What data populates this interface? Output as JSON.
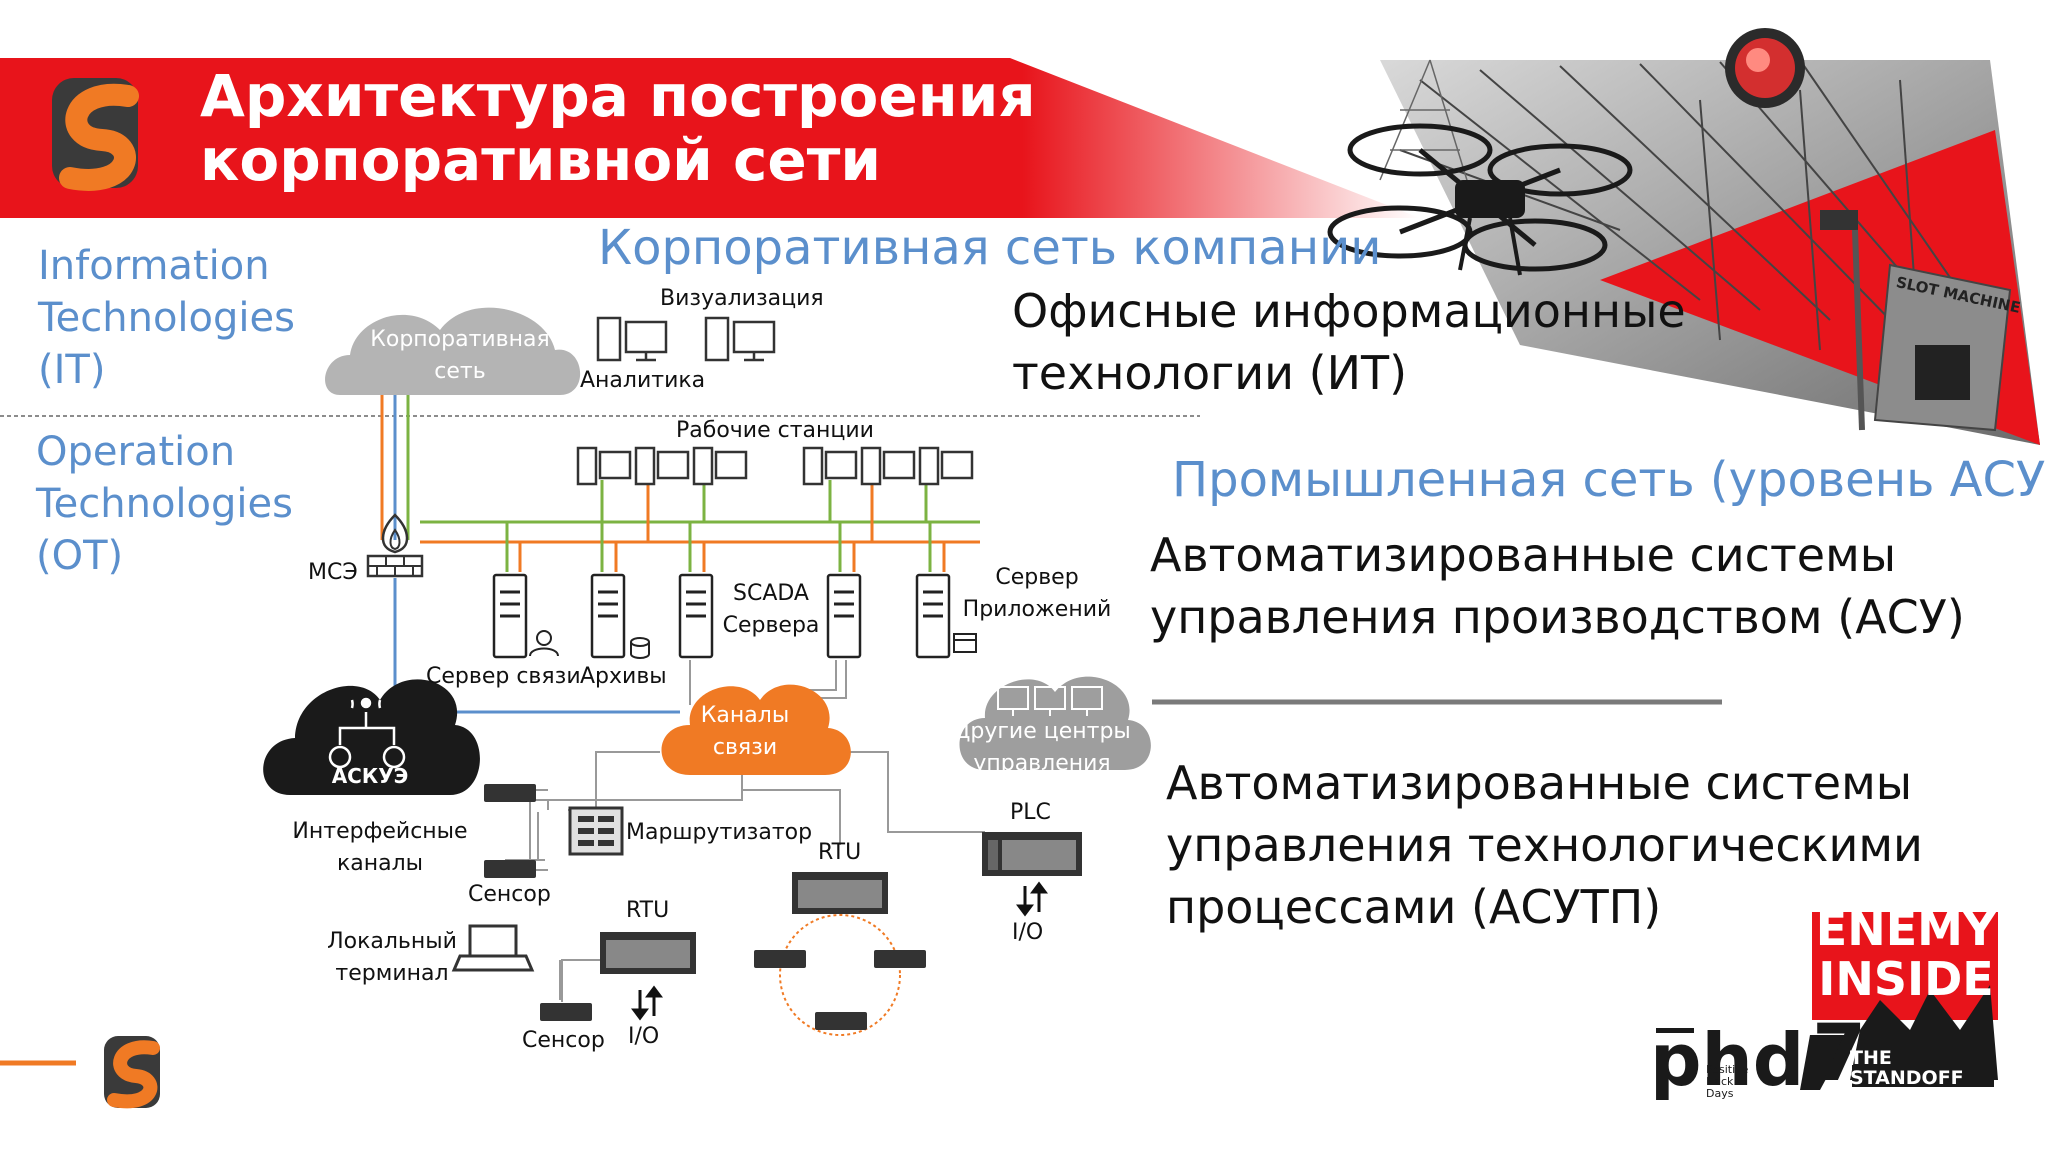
{
  "slide": {
    "title_line1": "Архитектура построения",
    "title_line2": "корпоративной сети"
  },
  "side_labels": {
    "it": [
      "Information",
      "Technologies",
      "(IT)"
    ],
    "ot": [
      "Operation",
      "Technologies",
      "(OT)"
    ]
  },
  "sections": {
    "corporate_heading": "Корпоративная сеть компании",
    "industrial_heading": "Промышленная сеть (уровень АСУ)"
  },
  "descriptions": {
    "office": [
      "Офисные информационные",
      "технологии (ИТ)"
    ],
    "asu": [
      "Автоматизированные системы",
      "управления производством (АСУ)"
    ],
    "asutp": [
      "Автоматизированные системы",
      "управления технологическими",
      "процессами (АСУТП)"
    ]
  },
  "diagram": {
    "corp_cloud": [
      "Корпоративная",
      "сеть"
    ],
    "visualization": "Визуализация",
    "analytics": "Аналитика",
    "workstations": "Рабочие станции",
    "firewall": "МСЭ",
    "scada": [
      "SCADA",
      "Сервера"
    ],
    "app_server": [
      "Сервер",
      "Приложений"
    ],
    "comm_server": "Сервер связи",
    "archives": "Архивы",
    "askue": "АСКУЭ",
    "channels_cloud": [
      "Каналы",
      "связи"
    ],
    "other_centers": [
      "Другие центры",
      "управления"
    ],
    "interface_channels": [
      "Интерфейсные",
      "каналы"
    ],
    "router": "Маршрутизатор",
    "sensor_top": "Сенсор",
    "sensor_bottom": "Сенсор",
    "rtu_left": "RTU",
    "rtu_right": "RTU",
    "plc": "PLC",
    "io_left": "I/O",
    "io_right": "I/O",
    "local_terminal": [
      "Локальный",
      "терминал"
    ]
  },
  "logos": {
    "enemy": [
      "ENEMY",
      "INSIDE"
    ],
    "phd": "phd",
    "phd_num": "7",
    "phd_sub": [
      "Positive",
      "Hack",
      "Days"
    ],
    "standoff": [
      "THE",
      "STANDOFF"
    ],
    "slot": "SLOT MACHINE"
  },
  "colors": {
    "red": "#e8141b",
    "orange": "#f07a24",
    "green": "#7cb342",
    "blue": "#5b8fcc",
    "cloud_gray": "#9e9e9e",
    "askue_black": "#1a1a1a"
  }
}
